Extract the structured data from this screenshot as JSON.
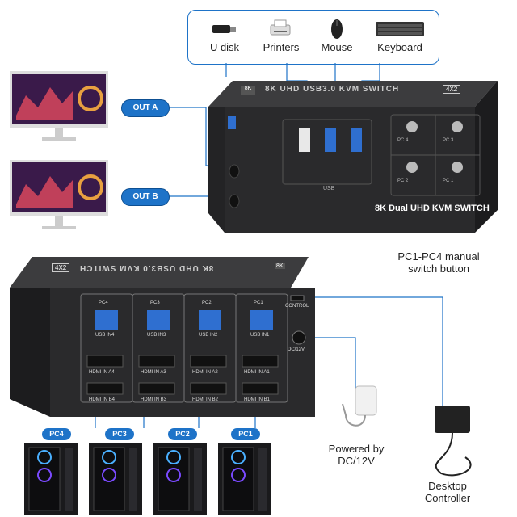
{
  "peripherals": {
    "items": [
      {
        "label": "U disk",
        "icon": "usb-drive-icon"
      },
      {
        "label": "Printers",
        "icon": "printer-icon"
      },
      {
        "label": "Mouse",
        "icon": "mouse-icon"
      },
      {
        "label": "Keyboard",
        "icon": "keyboard-icon"
      }
    ]
  },
  "outputs": {
    "out_a": "OUT A",
    "out_b": "OUT B"
  },
  "front_panel": {
    "brand_badge": "8K",
    "title_top": "8K UHD USB3.0 KVM SWITCH",
    "model_badge": "4X2",
    "usb_label": "USB",
    "buttons": [
      "PC 4",
      "PC 3",
      "PC 2",
      "PC 1"
    ],
    "subtitle": "8K Dual UHD KVM SWITCH"
  },
  "callouts": {
    "manual_switch": "PC1-PC4 manual\nswitch button",
    "powered": "Powered by\nDC/12V",
    "controller": "Desktop\nController"
  },
  "back_panel": {
    "title_top": "8K UHD USB3.0 KVM SWITCH",
    "model_badge": "4X2",
    "brand_badge": "8K",
    "ports": [
      {
        "pc": "PC4",
        "usb": "USB IN4",
        "a": "HDMI IN A4",
        "b": "HDMI IN B4"
      },
      {
        "pc": "PC3",
        "usb": "USB IN3",
        "a": "HDMI IN A3",
        "b": "HDMI IN B3"
      },
      {
        "pc": "PC2",
        "usb": "USB IN2",
        "a": "HDMI IN A2",
        "b": "HDMI IN B2"
      },
      {
        "pc": "PC1",
        "usb": "USB IN1",
        "a": "HDMI IN A1",
        "b": "HDMI IN B1"
      }
    ],
    "control": "CONTROL",
    "dc": "DC/12V"
  },
  "pcs": [
    "PC4",
    "PC3",
    "PC2",
    "PC1"
  ],
  "colors": {
    "accent": "#1e73c8",
    "device": "#2a2a2c",
    "port_blue": "#2f6fd0"
  }
}
